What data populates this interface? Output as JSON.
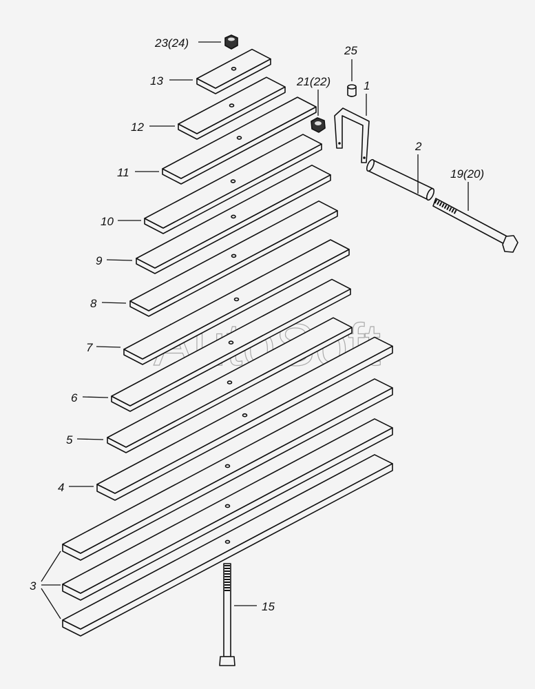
{
  "watermark": "AutoSoft",
  "labels": {
    "nut_top": "23(24)",
    "leaf13": "13",
    "leaf12": "12",
    "leaf11": "11",
    "leaf10": "10",
    "leaf9": "9",
    "leaf8": "8",
    "leaf7": "7",
    "leaf6": "6",
    "leaf5": "5",
    "leaf4": "4",
    "leaf3": "3",
    "bolt15": "15",
    "nut_side": "21(22)",
    "pin25": "25",
    "bracket1": "1",
    "tube2": "2",
    "bolt19": "19(20)"
  },
  "leaves": [
    {
      "id": "13",
      "left": [
        286,
        114
      ],
      "len": 80
    },
    {
      "id": "12",
      "left": [
        259,
        180
      ],
      "len": 128
    },
    {
      "id": "11",
      "left": [
        236,
        245
      ],
      "len": 196
    },
    {
      "id": "10",
      "left": [
        210,
        317
      ],
      "len": 230
    },
    {
      "id": "9",
      "left": [
        198,
        375
      ],
      "len": 255
    },
    {
      "id": "8",
      "left": [
        189,
        437
      ],
      "len": 274
    },
    {
      "id": "7",
      "left": [
        180,
        507
      ],
      "len": 300
    },
    {
      "id": "6",
      "left": [
        162,
        575
      ],
      "len": 320
    },
    {
      "id": "5",
      "left": [
        156,
        635
      ],
      "len": 328
    },
    {
      "id": "4",
      "left": [
        141,
        703
      ],
      "len": 403
    },
    {
      "id": "3a",
      "left": [
        91,
        790
      ],
      "len": 453
    },
    {
      "id": "3b",
      "left": [
        91,
        848
      ],
      "len": 453
    },
    {
      "id": "3c",
      "left": [
        91,
        900
      ],
      "len": 453
    }
  ]
}
